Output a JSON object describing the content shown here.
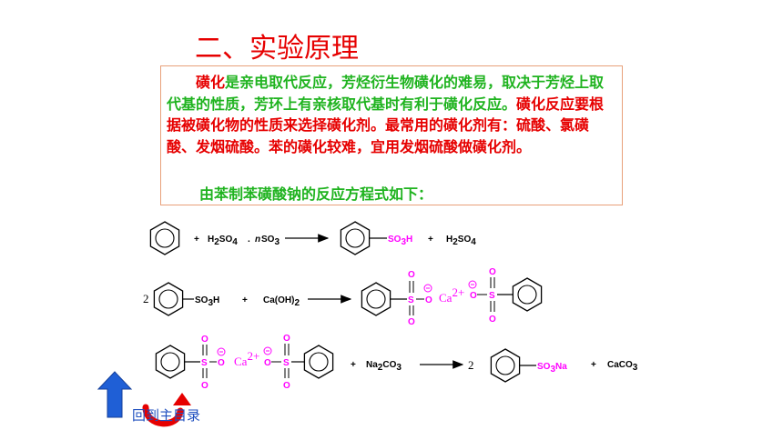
{
  "title": "二、实验原理",
  "intro": {
    "sentence1_red": "磺化",
    "sentence1_green": "是亲电取代反应，芳烃衍生物磺化的难易，取决于芳烃上取代基的性质，芳环上有亲核取代基时有利于磺化反应。",
    "sentence2": "磺化反应要根据被磺化物的性质来选择磺化剂。最常用的磺化剂有：硫酸、氯磺酸、发烟硫酸。苯的磺化较难，宜用发烟硫酸做磺化剂。",
    "equation_intro": "由苯制苯磺酸钠的反应方程式如下："
  },
  "equations": {
    "eq1": {
      "plus1": "+",
      "reagent_h2so4_a": "H",
      "reagent_h2so4_sub2": "2",
      "reagent_h2so4_b": "SO",
      "reagent_h2so4_sub4": "4",
      "dot": ".",
      "n": "n",
      "so3_a": "SO",
      "so3_sub": "3",
      "product_so3h_a": "SO",
      "product_so3h_sub": "3",
      "product_so3h_b": "H",
      "plus2": "+",
      "byproduct_a": "H",
      "byproduct_sub2": "2",
      "byproduct_b": "SO",
      "byproduct_sub4": "4"
    },
    "eq2": {
      "coef": "2",
      "so3h_a": "SO",
      "so3h_sub": "3",
      "so3h_b": "H",
      "plus": "+",
      "caoh2": "Ca(OH)",
      "caoh2_sub": "2",
      "o_top1": "O",
      "s1": "S",
      "o_bot1": "O",
      "o_minus1": "O",
      "ca": "Ca",
      "ca_charge": "2+",
      "o_minus2": "O",
      "o_top2": "O",
      "s2": "S",
      "o_bot2": "O"
    },
    "eq3": {
      "o_top1": "O",
      "s1": "S",
      "o_bot1": "O",
      "o_minus1": "O",
      "ca": "Ca",
      "ca_charge": "2+",
      "o_minus2": "O",
      "o_top2": "O",
      "s2": "S",
      "o_bot2": "O",
      "plus": "+",
      "na2co3_a": "Na",
      "na2co3_sub2": "2",
      "na2co3_b": "CO",
      "na2co3_sub3": "3",
      "coef": "2",
      "so3na_a": "SO",
      "so3na_sub": "3",
      "so3na_b": "Na",
      "plus2": "+",
      "caco3_a": "CaCO",
      "caco3_sub": "3"
    }
  },
  "nav": {
    "back_label": "回到主目录"
  },
  "colors": {
    "title_red": "#e60000",
    "text_green": "#1fb31f",
    "magenta": "#ff00ff",
    "nav_blue": "#1f4fbf"
  }
}
